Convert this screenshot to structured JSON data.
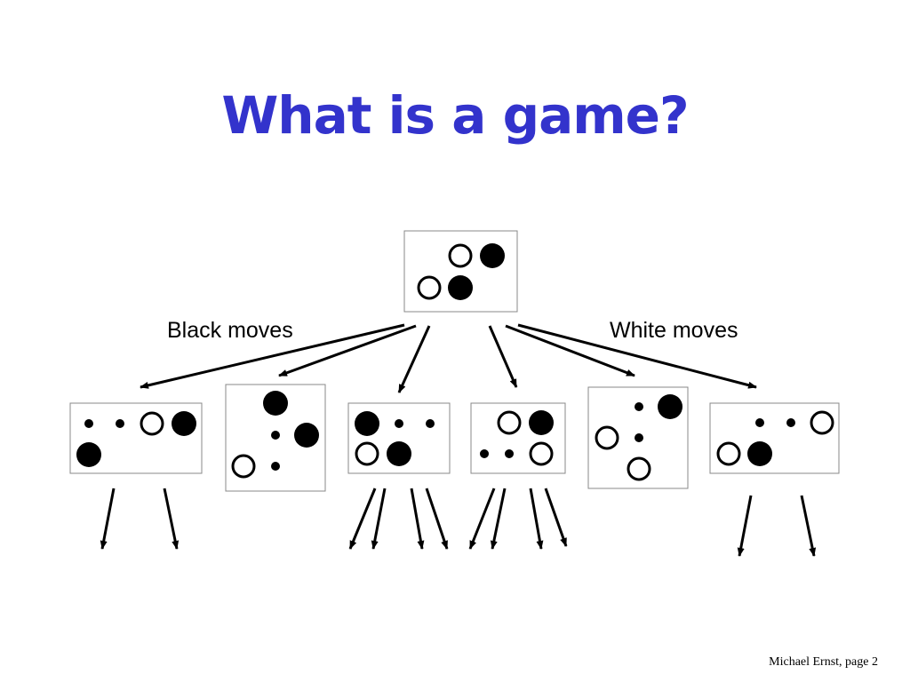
{
  "slide": {
    "title": "What is a game?",
    "title_color": "#3333cc",
    "left_label": "Black moves",
    "right_label": "White moves",
    "footer": "Michael Ernst, page 2"
  }
}
